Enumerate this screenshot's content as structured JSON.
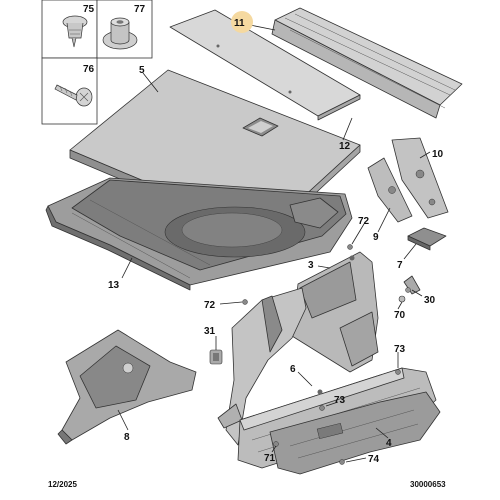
{
  "diagram": {
    "highlight_color": "#f5d9a0",
    "part_fill": "#cfcfcf",
    "part_shade": "#9a9a9a",
    "part_dark": "#6f6f6f",
    "fastener_boxes": [
      {
        "number": "75",
        "icon": "push-pin-rivet"
      },
      {
        "number": "77",
        "icon": "plastic-nut-clip"
      },
      {
        "number": "76",
        "icon": "screw"
      }
    ],
    "part_labels": [
      "11",
      "5",
      "12",
      "10",
      "9",
      "72",
      "13",
      "3",
      "7",
      "30",
      "72",
      "70",
      "31",
      "6",
      "73",
      "73",
      "8",
      "4",
      "71",
      "74"
    ],
    "footer": {
      "date": "12/2025",
      "reference": "30000653"
    }
  }
}
